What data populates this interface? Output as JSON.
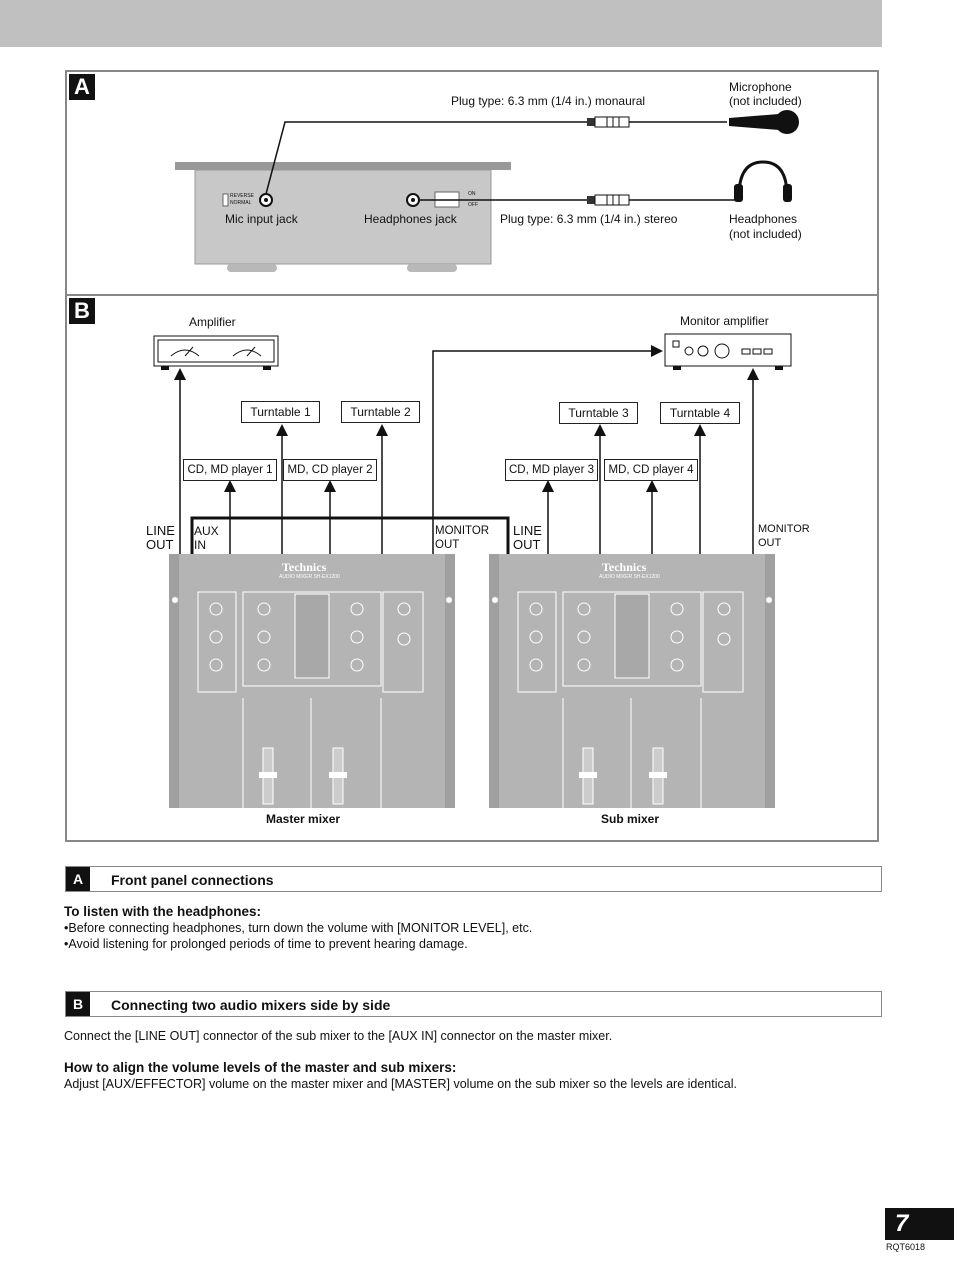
{
  "figure_a": {
    "letter": "A",
    "plug_mono": "Plug type: 6.3 mm (1/4 in.) monaural",
    "plug_stereo": "Plug type: 6.3 mm (1/4 in.) stereo",
    "microphone": "Microphone",
    "microphone_note": "(not included)",
    "headphones": "Headphones",
    "headphones_note": "(not included)",
    "mic_jack": "Mic input jack",
    "headphones_jack": "Headphones jack",
    "switch_reverse": "REVERSE",
    "switch_normal": "NORMAL",
    "switch_on": "ON",
    "switch_off": "OFF"
  },
  "figure_b": {
    "letter": "B",
    "amplifier": "Amplifier",
    "monitor_amplifier": "Monitor amplifier",
    "turntable1": "Turntable 1",
    "turntable2": "Turntable 2",
    "turntable3": "Turntable 3",
    "turntable4": "Turntable 4",
    "player1": "CD, MD player 1",
    "player2": "MD, CD player 2",
    "player3": "CD, MD player 3",
    "player4": "MD, CD player 4",
    "line_out_1": "LINE",
    "line_out_2": "OUT",
    "aux_in_1": "AUX",
    "aux_in_2": "IN",
    "monitor_out_1": "MONITOR",
    "monitor_out_2": "OUT",
    "brand": "Technics",
    "model": "AUDIO MIXER SH-EX1200",
    "master_mixer": "Master mixer",
    "sub_mixer": "Sub mixer"
  },
  "section_a": {
    "tag": "A",
    "title": "Front panel connections",
    "subhead": "To listen with the headphones:",
    "bullet1": "•Before connecting headphones, turn down the volume with [MONITOR LEVEL], etc.",
    "bullet2": "•Avoid listening for prolonged periods of time to prevent hearing damage."
  },
  "section_b": {
    "tag": "B",
    "title": "Connecting two audio mixers side by side",
    "body": "Connect the [LINE OUT] connector of the sub mixer to the [AUX IN] connector on the master mixer.",
    "subhead": "How to align the volume levels of the master and sub mixers:",
    "body2": "Adjust [AUX/EFFECTOR] volume on the master mixer and [MASTER] volume on the sub mixer so the levels are identical."
  },
  "footer": {
    "page_number": "7",
    "code": "RQT6018"
  }
}
